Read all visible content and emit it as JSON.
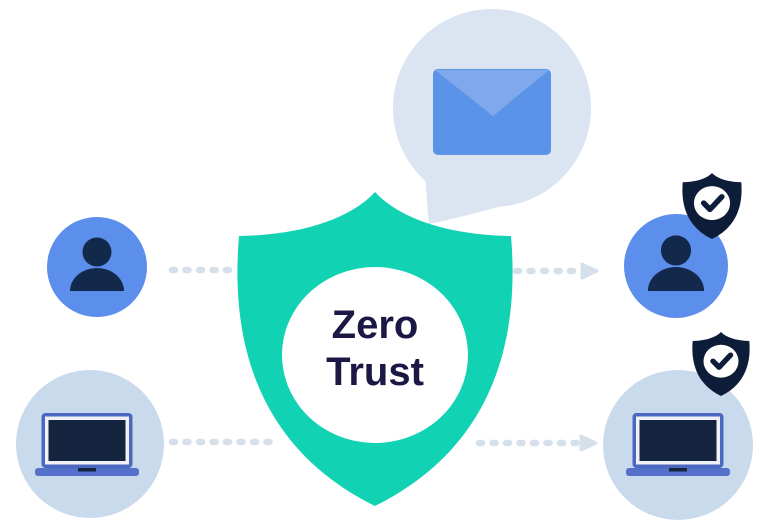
{
  "illustration": {
    "name": "zero-trust-security-diagram",
    "shield_label": {
      "line1": "Zero",
      "line2": "Trust"
    },
    "icons": {
      "center": "zero-trust-shield-icon",
      "bubble": "email-speech-bubble-icon",
      "left_top": "user-icon",
      "left_bottom": "laptop-icon",
      "right_top": "verified-user-icon",
      "right_bottom": "verified-laptop-icon",
      "badge": "shield-check-icon",
      "connector": "dotted-arrow"
    },
    "colors": {
      "background": "#FFFFFF",
      "shield_teal": "#11D2B3",
      "bubble_light": "#DAE5F1",
      "node_light": "#C8DAEC",
      "node_blue": "#5C8EEC",
      "envelope_blue": "#5B93E8",
      "envelope_flap": "#7FA9EC",
      "icon_navy": "#13294B",
      "badge_navy": "#0D1C38",
      "laptop_frame": "#4C67BF",
      "laptop_base": "#5470CB",
      "laptop_bezel": "#EFF1F6",
      "laptop_screen": "#14243F",
      "label_navy": "#1B1845",
      "dash": "#D6E0EB",
      "white": "#FFFFFF"
    }
  }
}
